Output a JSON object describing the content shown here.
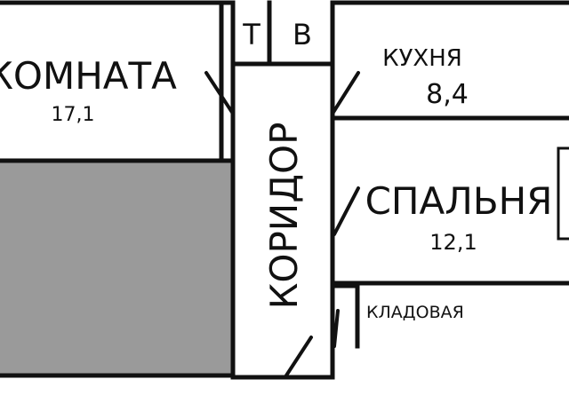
{
  "rooms": {
    "living_room": {
      "name": "КОМНАТА",
      "area": "17,1"
    },
    "toilet": {
      "name": "Т"
    },
    "bathroom": {
      "name": "В"
    },
    "kitchen": {
      "name": "КУХНЯ",
      "area": "8,4"
    },
    "bedroom": {
      "name": "СПАЛЬНЯ",
      "area": "12,1"
    },
    "corridor": {
      "name": "КОРИДОР"
    },
    "storage": {
      "name": "КЛАДОВАЯ"
    }
  },
  "colors": {
    "wall": "#111111",
    "background": "#ffffff",
    "shaded_area": "#9a9a9a"
  }
}
